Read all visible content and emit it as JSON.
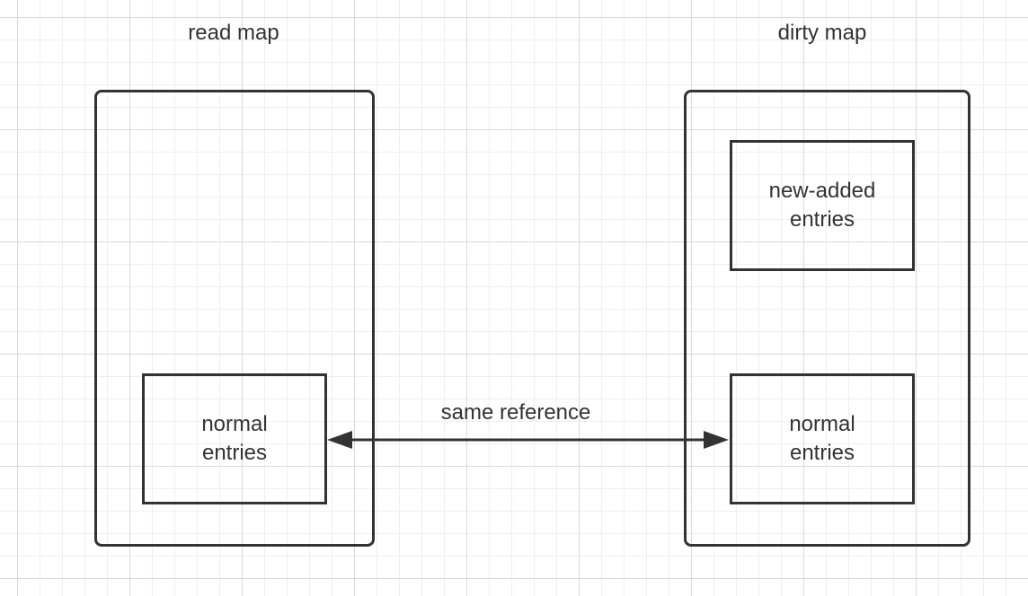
{
  "diagram": {
    "read_map": {
      "title": "read map",
      "entries": {
        "line1": "normal",
        "line2": "entries"
      }
    },
    "dirty_map": {
      "title": "dirty map",
      "new_entries": {
        "line1": "new-added",
        "line2": "entries"
      },
      "entries": {
        "line1": "normal",
        "line2": "entries"
      }
    },
    "connector": {
      "label": "same reference",
      "color": "#333333"
    }
  }
}
